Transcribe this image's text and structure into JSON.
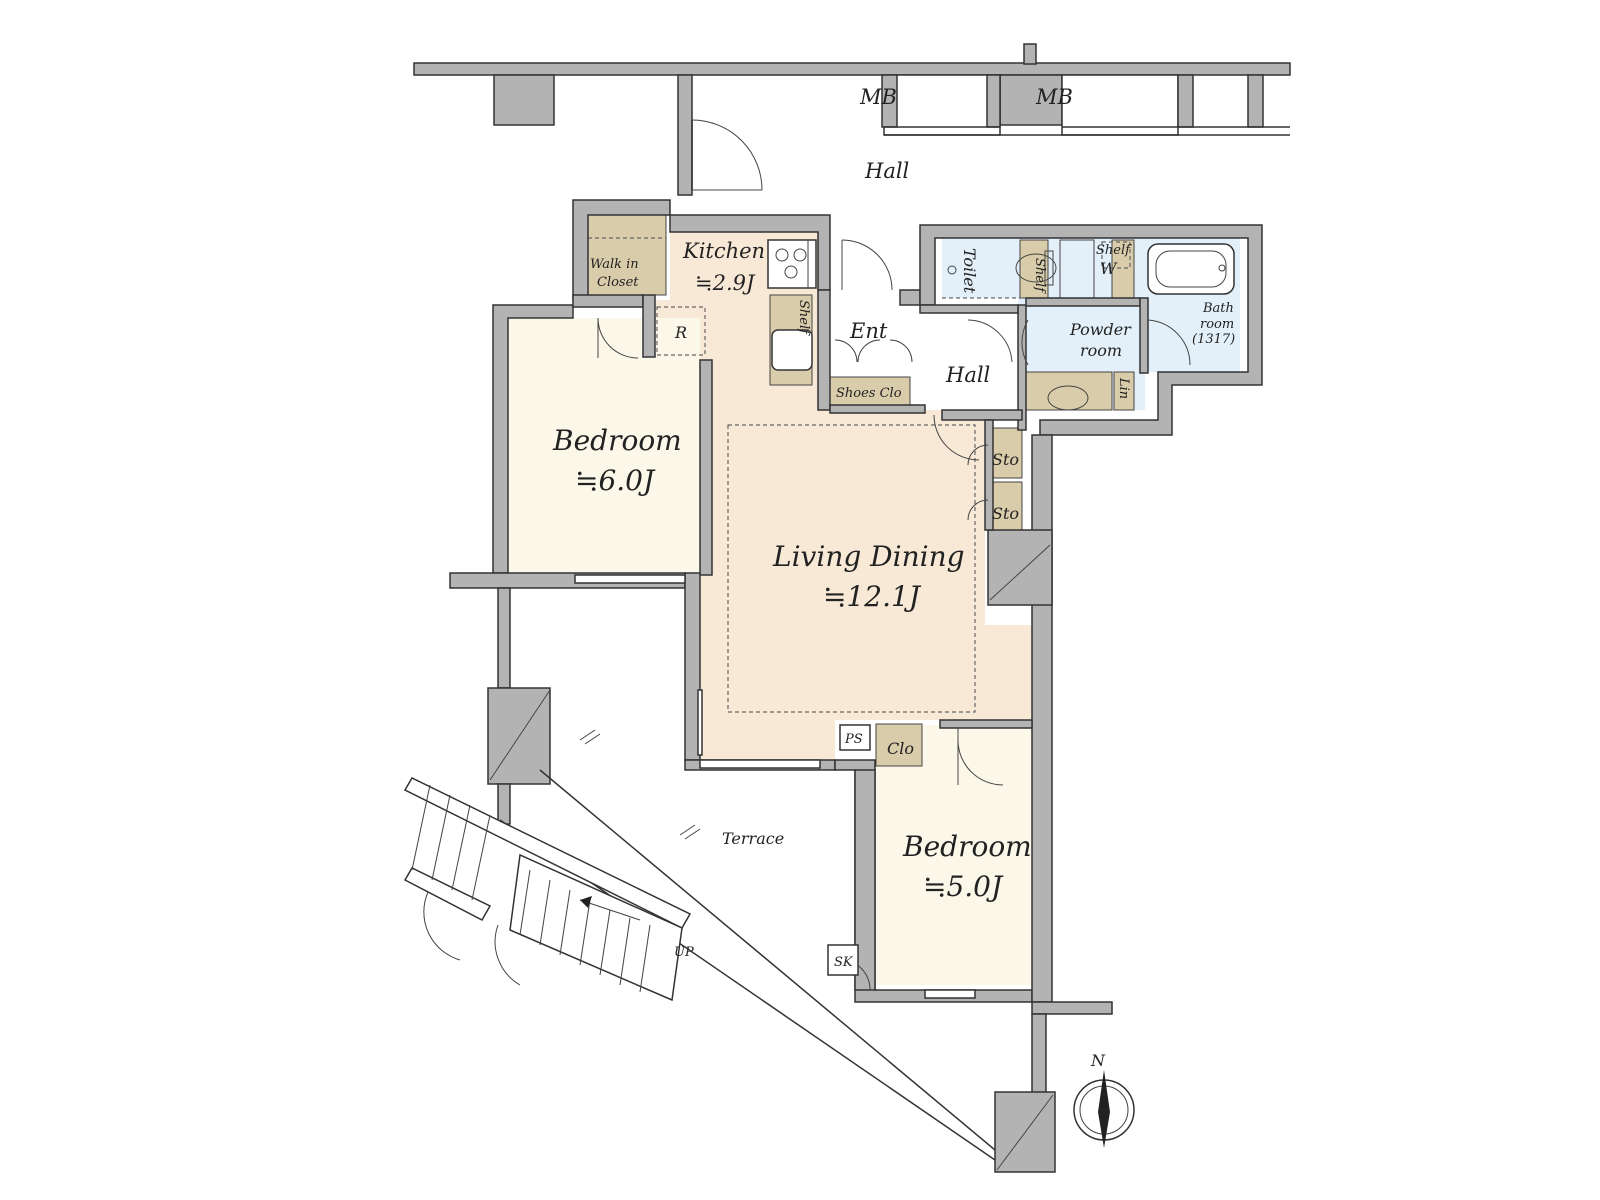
{
  "colors": {
    "wall": "#b3b3b3",
    "living": "#f8e9d6",
    "bedroom": "#fbf8ea",
    "wet": "#e3f0fa",
    "storage": "#d9ccaa",
    "hall": "#ffffff"
  },
  "rooms": {
    "hall_top": "Hall",
    "mb_left": "MB",
    "mb_right": "MB",
    "kitchen": "Kitchen",
    "kitchen_size": "≒2.9J",
    "walk_in_1": "Walk in",
    "walk_in_2": "Closet",
    "fridge": "R",
    "shelf_kitchen": "Shelf",
    "ent": "Ent",
    "shoes": "Shoes Clo",
    "hall_inner": "Hall",
    "toilet": "Toilet",
    "shelf_toilet": "Shelf",
    "shelf_w": "Shelf",
    "washer": "W",
    "powder_1": "Powder",
    "powder_2": "room",
    "bath_1": "Bath",
    "bath_2": "room",
    "bath_3": "(1317)",
    "linen": "Lin",
    "sto_1": "Sto",
    "sto_2": "Sto",
    "bedroom1": "Bedroom",
    "bedroom1_size": "≒6.0J",
    "living": "Living Dining",
    "living_size": "≒12.1J",
    "ps": "PS",
    "clo": "Clo",
    "bedroom2": "Bedroom",
    "bedroom2_size": "≒5.0J",
    "terrace": "Terrace",
    "sk": "SK",
    "up": "UP",
    "north": "N"
  }
}
